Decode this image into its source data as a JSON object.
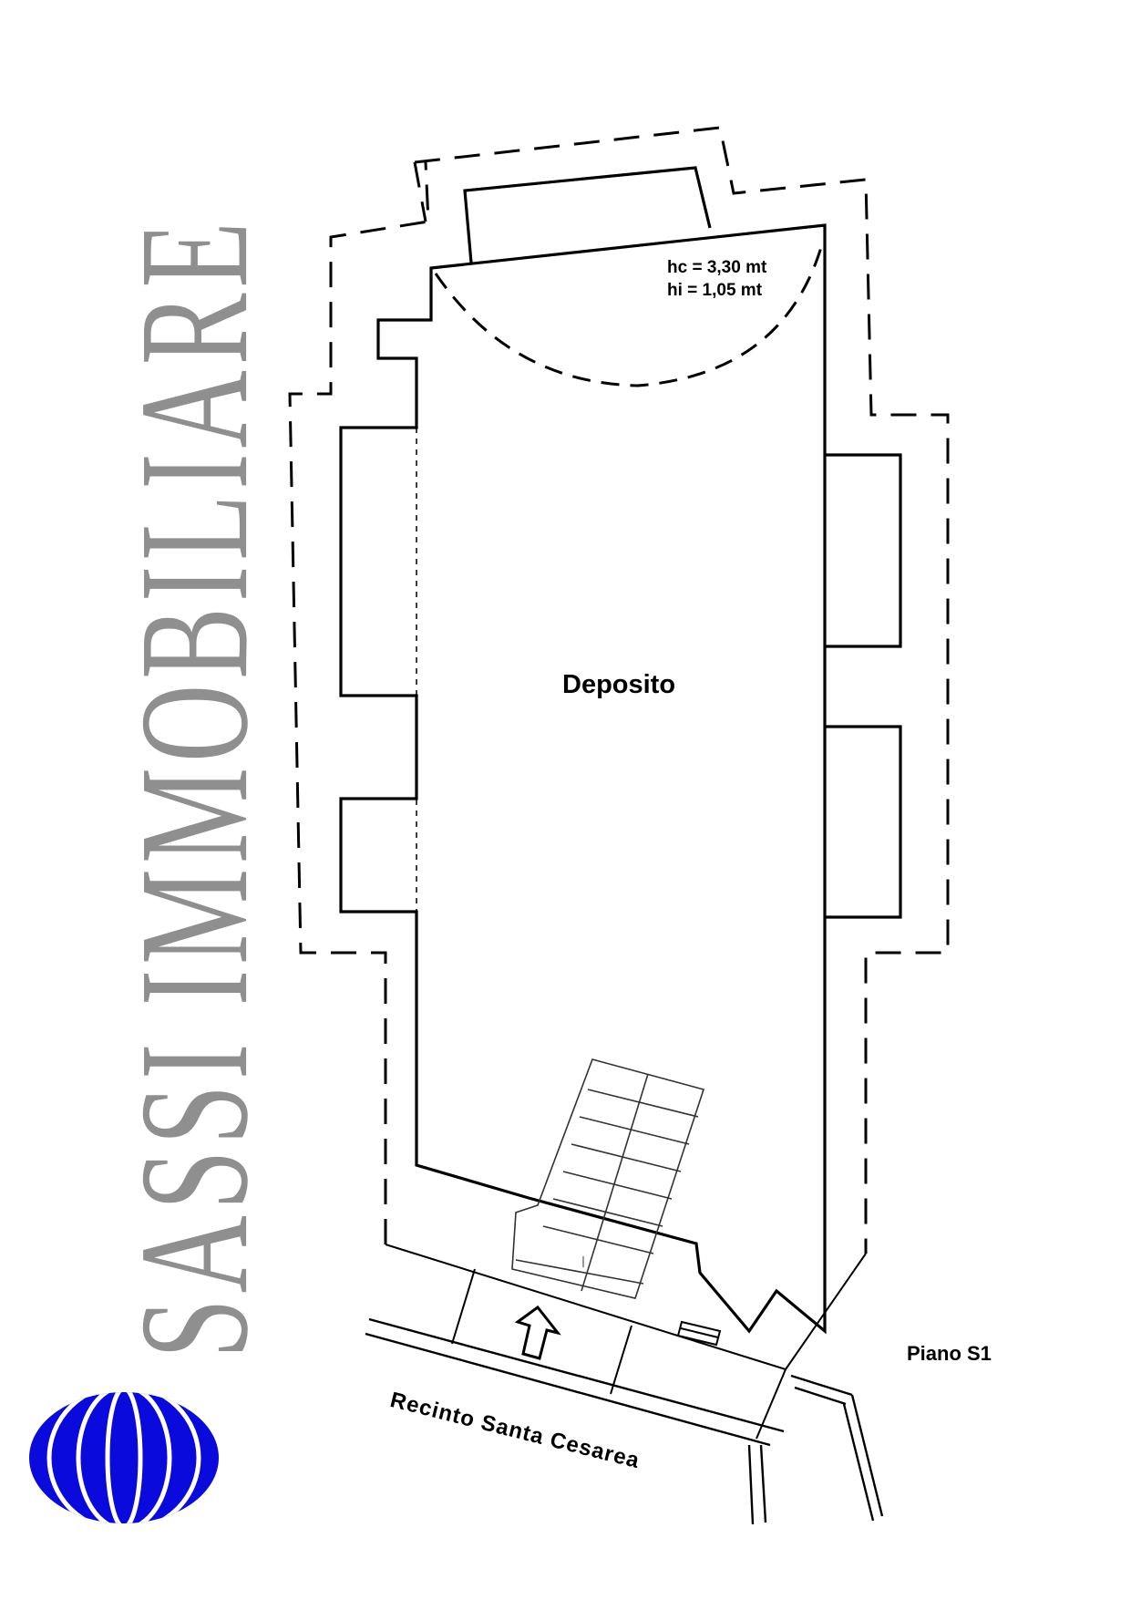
{
  "brand": {
    "name": "SASSI IMMOBILIARE",
    "text_color": "#8f8f8f",
    "logo_color": "#0a0adc"
  },
  "plan": {
    "room_name": "Deposito",
    "ceiling_height": "hc = 3,30 mt",
    "imposta_height": "hi  = 1,05 mt",
    "floor": "Piano S1",
    "street": "Recinto  Santa  Cesarea",
    "entrance_icon": "arrow-up-icon"
  }
}
